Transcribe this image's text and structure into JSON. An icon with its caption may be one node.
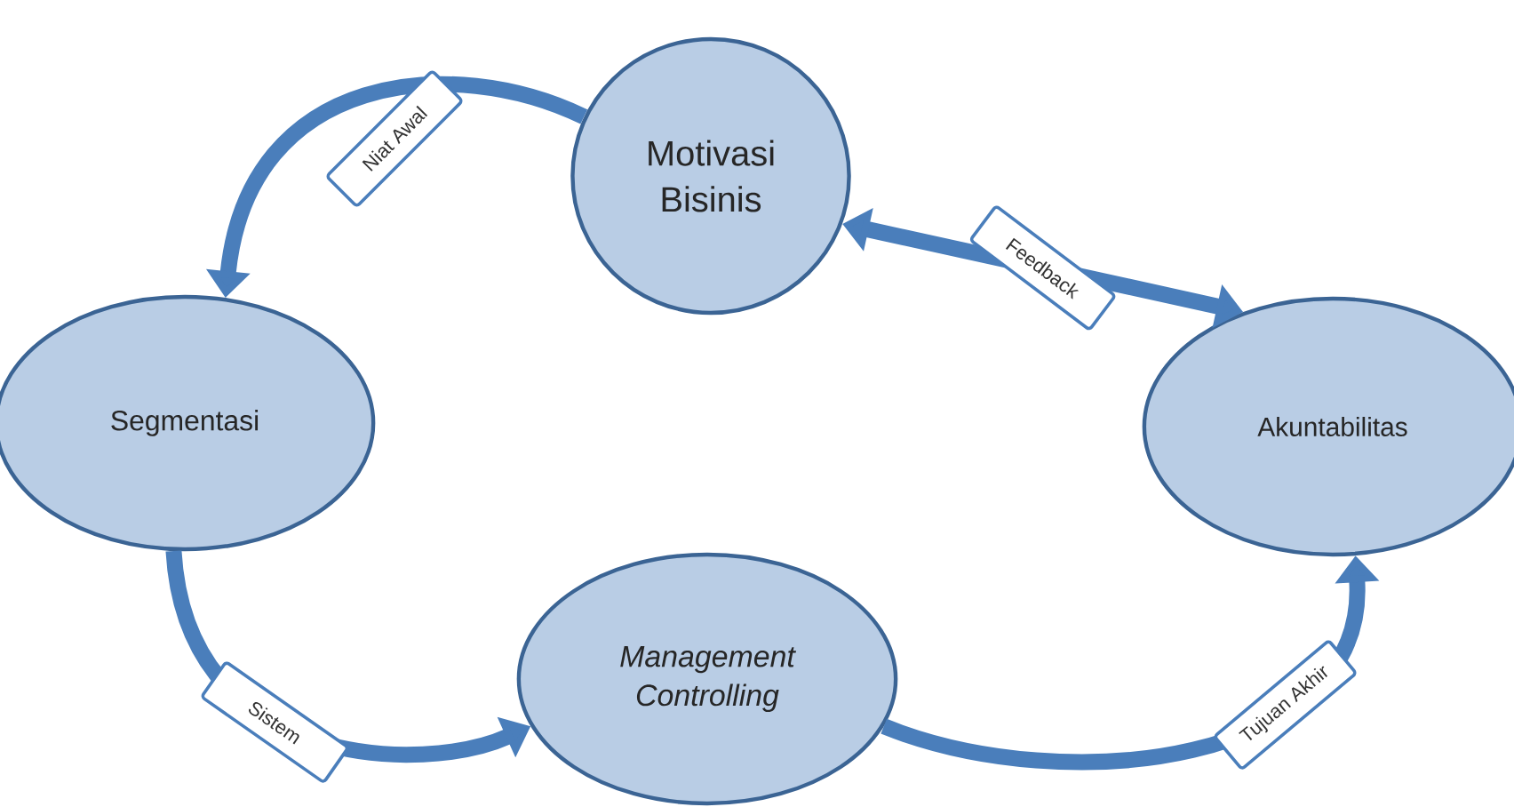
{
  "diagram": {
    "nodes": [
      {
        "text": [
          "Motivasi Bisinis"
        ]
      },
      {
        "text": [
          "Segmentasi"
        ]
      },
      {
        "text": [
          "Akuntabilitas"
        ]
      },
      {
        "text": [
          "Management Controlling"
        ]
      }
    ],
    "edges": [
      {
        "from": 0,
        "to": 1,
        "arrow": "to",
        "label": "Niat Awal"
      },
      {
        "from": 0,
        "to": 2,
        "arrow": "both",
        "label": "Feedback"
      },
      {
        "from": 1,
        "to": 3,
        "arrow": "to",
        "label": "Sistem"
      },
      {
        "from": 3,
        "to": 2,
        "arrow": "to",
        "label": "Tujuan Akhir"
      }
    ]
  }
}
